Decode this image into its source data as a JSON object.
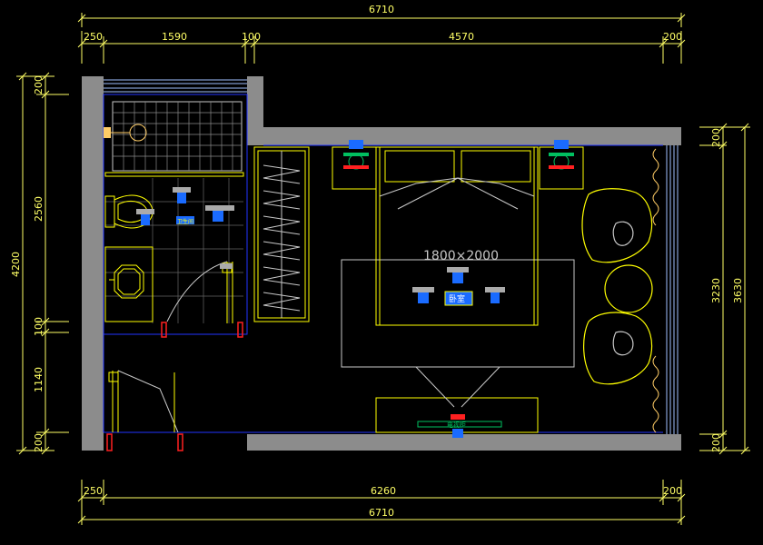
{
  "colors": {
    "background": "#000000",
    "wall": "#8c8c8c",
    "dimension": "#ffff66",
    "furniture": "#ffff00",
    "blue_line": "#2233ff",
    "grey_line": "#c8c8c8",
    "tag_blue": "#1a6bff",
    "green": "#00c060",
    "red": "#ff2020"
  },
  "dimensions": {
    "top_total": "6710",
    "top_segments": [
      "250",
      "1590",
      "100",
      "4570",
      "200"
    ],
    "bottom_segments": [
      "250",
      "6260",
      "200"
    ],
    "bottom_total": "6710",
    "left_total": "4200",
    "left_segments": [
      "200",
      "2560",
      "100",
      "1140",
      "200"
    ],
    "right_segments": [
      "200",
      "3230",
      "200"
    ],
    "right_total": "3630"
  },
  "bed": {
    "size_label": "1800×2000"
  },
  "room_tags": {
    "bathroom": "卫生间",
    "bedroom": "卧室",
    "tv": "电视柜"
  },
  "icons": {
    "shower": "shower-icon",
    "toilet": "toilet-icon",
    "basin": "wash-basin-icon",
    "lamp": "lamp-icon",
    "armchair": "armchair-icon",
    "door": "door-swing-icon"
  }
}
